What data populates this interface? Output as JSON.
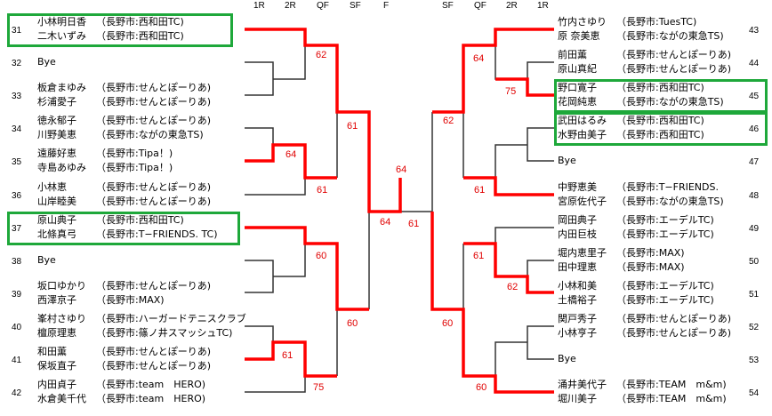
{
  "headers": {
    "left": [
      "1R",
      "2R",
      "QF",
      "SF",
      "F"
    ],
    "right": [
      "SF",
      "QF",
      "2R",
      "1R"
    ]
  },
  "colors": {
    "winner_line": "#ff0000",
    "score": "#e00000",
    "highlight_box": "#1ea83a",
    "line": "#333333"
  },
  "left_entries": [
    {
      "seed": "31",
      "highlight": true,
      "players": [
        {
          "name": "小林明日香",
          "club": "（長野市:西和田TC)"
        },
        {
          "name": "二木いずみ",
          "club": "（長野市:西和田TC)"
        }
      ]
    },
    {
      "seed": "32",
      "players": [
        {
          "name": "Bye",
          "club": ""
        }
      ]
    },
    {
      "seed": "33",
      "players": [
        {
          "name": "板倉まゆみ",
          "club": "（長野市:せんとぽーりあ)"
        },
        {
          "name": "杉浦愛子",
          "club": "（長野市:せんとぽーりあ)"
        }
      ]
    },
    {
      "seed": "34",
      "players": [
        {
          "name": "徳永郁子",
          "club": "（長野市:せんとぽーりあ)"
        },
        {
          "name": "川野美恵",
          "club": "（長野市:ながの東急TS)"
        }
      ]
    },
    {
      "seed": "35",
      "players": [
        {
          "name": "遠藤好恵",
          "club": "（長野市:Tipa！)"
        },
        {
          "name": "寺島あゆみ",
          "club": "（長野市:Tipa！)"
        }
      ]
    },
    {
      "seed": "36",
      "players": [
        {
          "name": "小林恵",
          "club": "（長野市:せんとぽーりあ)"
        },
        {
          "name": "山岸睦美",
          "club": "（長野市:せんとぽーりあ)"
        }
      ]
    },
    {
      "seed": "37",
      "highlight": true,
      "players": [
        {
          "name": "原山典子",
          "club": "（長野市:西和田TC)"
        },
        {
          "name": "北條真弓",
          "club": "（長野市:T−FRIENDS. TC)"
        }
      ]
    },
    {
      "seed": "38",
      "players": [
        {
          "name": "Bye",
          "club": ""
        }
      ]
    },
    {
      "seed": "39",
      "players": [
        {
          "name": "坂口ゆかり",
          "club": "（長野市:せんとぽーりあ)"
        },
        {
          "name": "西澤京子",
          "club": "（長野市:MAX)"
        }
      ]
    },
    {
      "seed": "40",
      "players": [
        {
          "name": "峯村さゆり",
          "club": "（長野市:ハーガードテニスクラブ"
        },
        {
          "name": "檀原理恵",
          "club": "（長野市:篠ノ井スマッシュTC)"
        }
      ]
    },
    {
      "seed": "41",
      "players": [
        {
          "name": "和田薫",
          "club": "（長野市:せんとぽーりあ)"
        },
        {
          "name": "保坂直子",
          "club": "（長野市:せんとぽーりあ)"
        }
      ]
    },
    {
      "seed": "42",
      "players": [
        {
          "name": "内田貞子",
          "club": "（長野市:team　HERO)"
        },
        {
          "name": "水倉美千代",
          "club": "（長野市:team　HERO)"
        }
      ]
    }
  ],
  "right_entries": [
    {
      "seed": "43",
      "players": [
        {
          "name": "竹内さゆり",
          "club": "（長野市:TuesTC)"
        },
        {
          "name": "原 奈美恵",
          "club": "（長野市:ながの東急TS)"
        }
      ]
    },
    {
      "seed": "44",
      "players": [
        {
          "name": "前田薫",
          "club": "（長野市:せんとぽーりあ)"
        },
        {
          "name": "原山真紀",
          "club": "（長野市:せんとぽーりあ)"
        }
      ]
    },
    {
      "seed": "45",
      "highlight": true,
      "players": [
        {
          "name": "野口寛子",
          "club": "（長野市:西和田TC)"
        },
        {
          "name": "花岡純恵",
          "club": "（長野市:ながの東急TS)"
        }
      ]
    },
    {
      "seed": "46",
      "highlight": true,
      "players": [
        {
          "name": "武田はるみ",
          "club": "（長野市:西和田TC)"
        },
        {
          "name": "水野由美子",
          "club": "（長野市:西和田TC)"
        }
      ]
    },
    {
      "seed": "47",
      "players": [
        {
          "name": "Bye",
          "club": ""
        }
      ]
    },
    {
      "seed": "48",
      "players": [
        {
          "name": "中野恵美",
          "club": "（長野市:T−FRIENDS."
        },
        {
          "name": "宮原佐代子",
          "club": "（長野市:ながの東急TS)"
        }
      ]
    },
    {
      "seed": "49",
      "players": [
        {
          "name": "岡田典子",
          "club": "（長野市:エーデルTC)"
        },
        {
          "name": "内田巨枝",
          "club": "（長野市:エーデルTC)"
        }
      ]
    },
    {
      "seed": "50",
      "players": [
        {
          "name": "堀内恵里子",
          "club": "（長野市:MAX)"
        },
        {
          "name": "田中理恵",
          "club": "（長野市:MAX)"
        }
      ]
    },
    {
      "seed": "51",
      "players": [
        {
          "name": "小林和美",
          "club": "（長野市:エーデルTC)"
        },
        {
          "name": "土橋裕子",
          "club": "（長野市:エーデルTC)"
        }
      ]
    },
    {
      "seed": "52",
      "players": [
        {
          "name": "関戸秀子",
          "club": "（長野市:せんとぽーりあ)"
        },
        {
          "name": "小林亨子",
          "club": "（長野市:せんとぽーりあ)"
        }
      ]
    },
    {
      "seed": "53",
      "players": [
        {
          "name": "Bye",
          "club": ""
        }
      ]
    },
    {
      "seed": "54",
      "players": [
        {
          "name": "涌井美代子",
          "club": "（長野市:TEAM　m&m)"
        },
        {
          "name": "堀川美子",
          "club": "（長野市:TEAM　m&m)"
        }
      ]
    }
  ],
  "scores": {
    "left": {
      "qf1": "62",
      "r2_34_35": "64",
      "qf2": "61",
      "sf1": "61",
      "qf3": "60",
      "r2_40_41": "61",
      "qf4": "75",
      "sf2": "60",
      "final_left": "64",
      "final": "64"
    },
    "right": {
      "final_right": "61",
      "qf1": "64",
      "r2_44_45": "75",
      "qf2": "61",
      "sf1": "62",
      "qf3": "61",
      "r2_50_51": "62",
      "qf4": "60",
      "sf2": "60"
    }
  }
}
